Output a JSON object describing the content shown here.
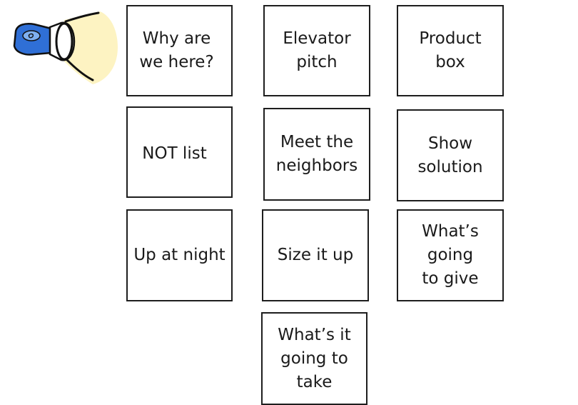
{
  "icon": {
    "name": "flashlight-icon",
    "colors": {
      "body": "#2f6fd6",
      "body_highlight": "#7fb0f0",
      "beam": "#fdf3c2",
      "outline": "#111111"
    }
  },
  "cards": [
    {
      "label": "Why are\nwe here?"
    },
    {
      "label": "Elevator\npitch"
    },
    {
      "label": "Product\nbox"
    },
    {
      "label": "NOT list"
    },
    {
      "label": "Meet the\nneighbors"
    },
    {
      "label": "Show\nsolution"
    },
    {
      "label": "Up at night"
    },
    {
      "label": "Size it up"
    },
    {
      "label": "What’s\ngoing\nto give"
    },
    {
      "label": "What’s it\ngoing to\ntake"
    }
  ]
}
